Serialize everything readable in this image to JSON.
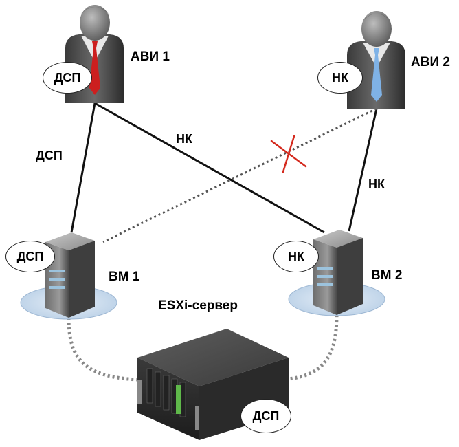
{
  "users": [
    {
      "id": "user1",
      "name": "АВИ 1",
      "badge": "ДСП",
      "tie_color": "#cc1f1f"
    },
    {
      "id": "user2",
      "name": "АВИ 2",
      "badge": "НК",
      "tie_color": "#7fb2e6"
    }
  ],
  "vms": [
    {
      "id": "vm1",
      "name": "ВМ 1",
      "badge": "ДСП"
    },
    {
      "id": "vm2",
      "name": "ВМ 2",
      "badge": "НК"
    }
  ],
  "server": {
    "name": "ESXi-сервер",
    "badge": "ДСП"
  },
  "links": {
    "user1_vm1": "ДСП",
    "user1_vm2": "НК",
    "user2_vm2": "НК"
  },
  "colors": {
    "line": "#111111",
    "dotted": "#555555",
    "cross": "#d42a1e",
    "disk": "#cfe0f0"
  }
}
